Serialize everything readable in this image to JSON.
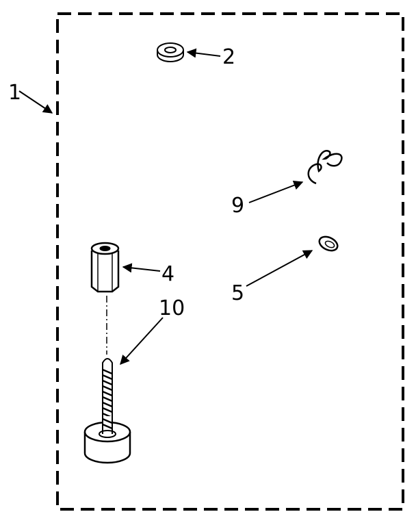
{
  "diagram": {
    "callouts": {
      "frame": "1",
      "washer": "2",
      "spacer": "4",
      "clip": "5",
      "spring": "9",
      "bolt": "10"
    }
  }
}
